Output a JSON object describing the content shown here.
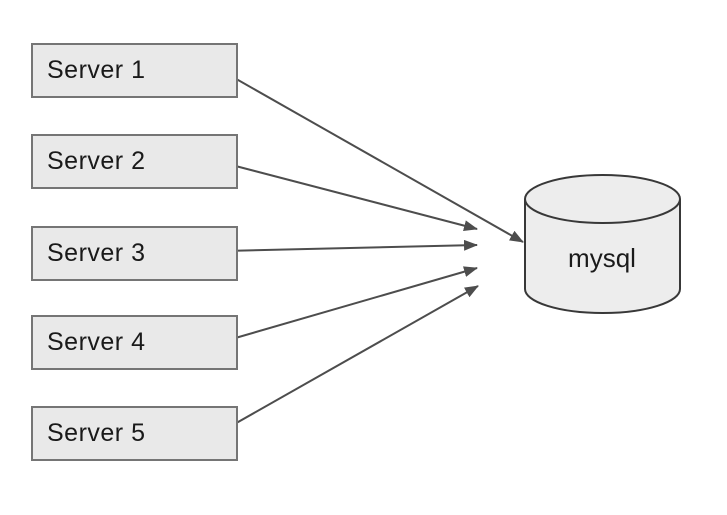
{
  "servers": [
    {
      "label": "Server 1"
    },
    {
      "label": "Server 2"
    },
    {
      "label": "Server 3"
    },
    {
      "label": "Server 4"
    },
    {
      "label": "Server 5"
    }
  ],
  "database": {
    "label": "mysql"
  },
  "edges": [
    {
      "from": "Server 1",
      "to": "mysql"
    },
    {
      "from": "Server 2",
      "to": "mysql"
    },
    {
      "from": "Server 3",
      "to": "mysql"
    },
    {
      "from": "Server 4",
      "to": "mysql"
    },
    {
      "from": "Server 5",
      "to": "mysql"
    }
  ],
  "colors": {
    "background": "#ffffff",
    "node_fill": "#e9e9e9",
    "node_border": "#757575",
    "arrow": "#4d4d4d",
    "cylinder_fill": "#ededed",
    "cylinder_stroke": "#383838",
    "text": "#1a1a1a"
  }
}
